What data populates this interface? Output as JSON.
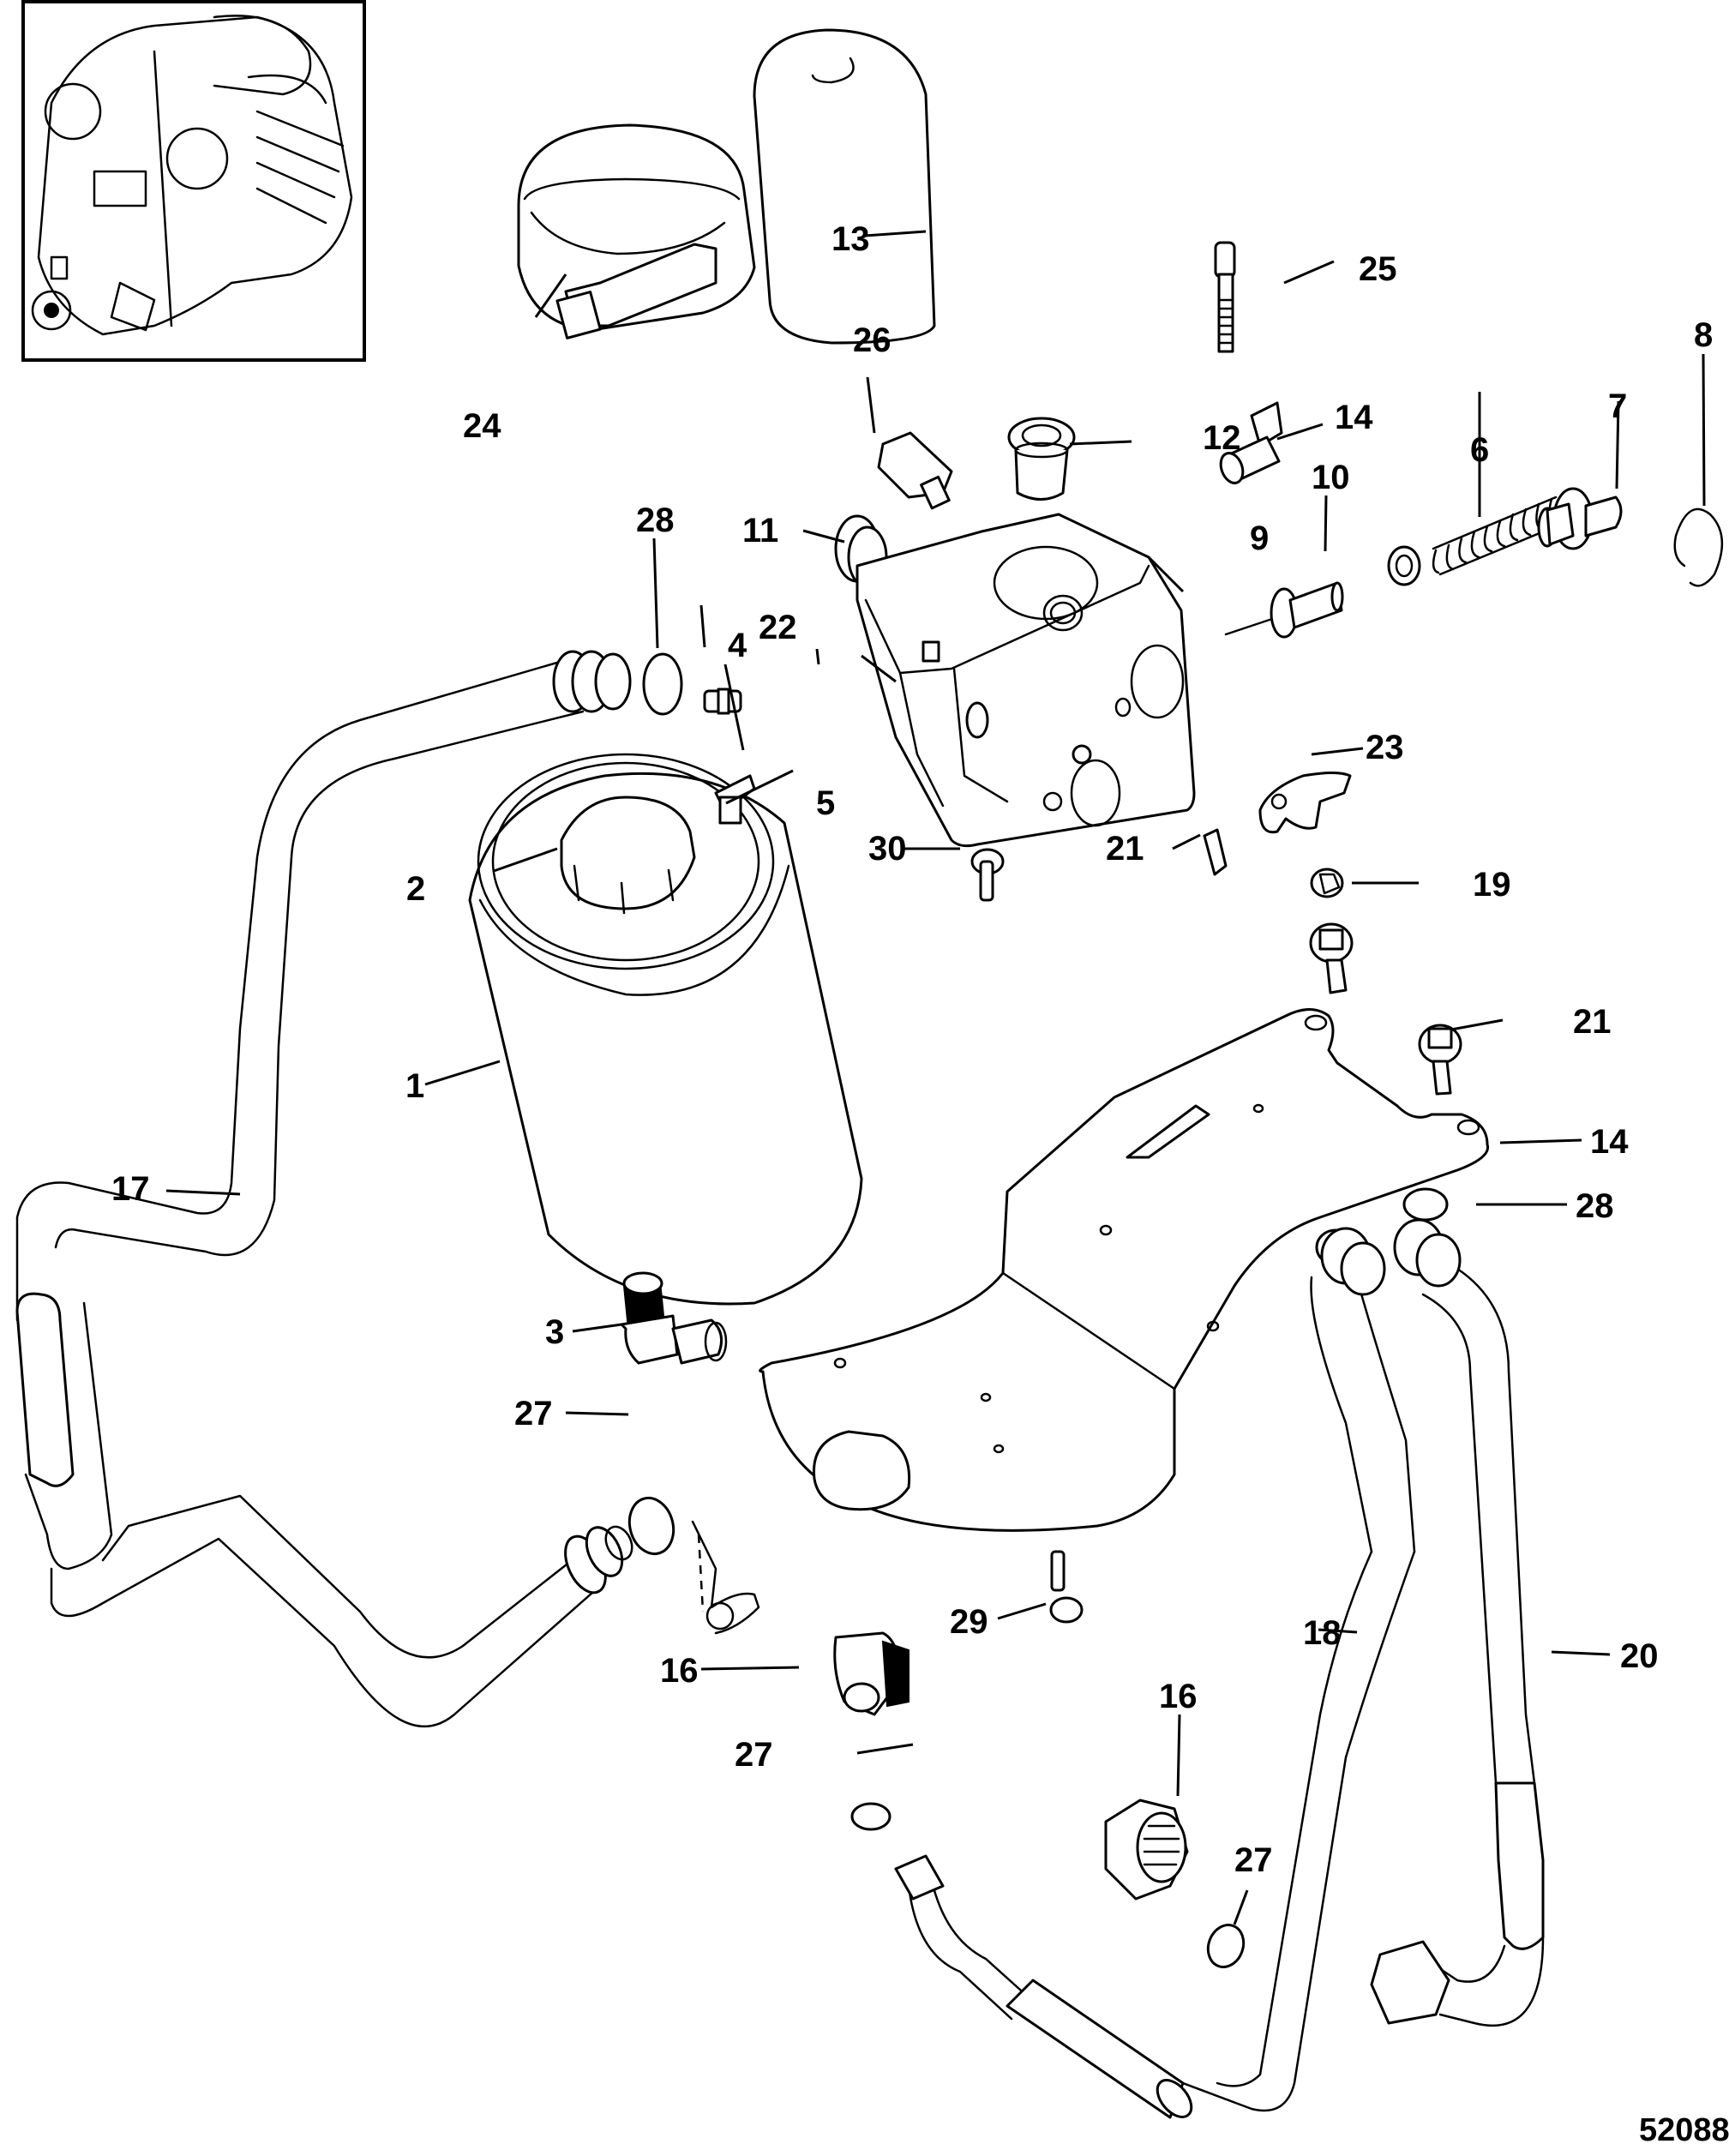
{
  "diagram": {
    "type": "exploded-parts-view",
    "figure_id": "52088",
    "locator_inset": "engine-overview-thumbnail",
    "callouts": [
      {
        "label": "1",
        "part": "oil-filter-canister"
      },
      {
        "label": "2",
        "part": "filter-cap"
      },
      {
        "label": "3",
        "part": "elbow-fitting"
      },
      {
        "label": "4",
        "part": "clamp-screw"
      },
      {
        "label": "5",
        "part": "filter-housing"
      },
      {
        "label": "6",
        "part": "spring"
      },
      {
        "label": "7",
        "part": "valve-plug"
      },
      {
        "label": "8",
        "part": "retaining-ring"
      },
      {
        "label": "9",
        "part": "valve-piston"
      },
      {
        "label": "10",
        "part": "seal-washer"
      },
      {
        "label": "11",
        "part": "plug"
      },
      {
        "label": "12",
        "part": "adapter-fitting"
      },
      {
        "label": "13",
        "part": "filter-element"
      },
      {
        "label": "14",
        "part": "sender-fitting"
      },
      {
        "label": "14",
        "part": "mounting-bracket"
      },
      {
        "label": "16",
        "part": "elbow-connector-upper"
      },
      {
        "label": "16",
        "part": "elbow-connector-lower"
      },
      {
        "label": "17",
        "part": "hose-assembly"
      },
      {
        "label": "18",
        "part": "hose-line-a"
      },
      {
        "label": "19",
        "part": "hose-line-b"
      },
      {
        "label": "20",
        "part": "bolt"
      },
      {
        "label": "21",
        "part": "fitting"
      },
      {
        "label": "21",
        "part": "bracket-bolt"
      },
      {
        "label": "22",
        "part": "plug-fitting"
      },
      {
        "label": "23",
        "part": "clip-plate"
      },
      {
        "label": "24",
        "part": "hose-clamp"
      },
      {
        "label": "25",
        "part": "cap-screw"
      },
      {
        "label": "26",
        "part": "temperature-sender"
      },
      {
        "label": "27",
        "part": "o-ring-upper"
      },
      {
        "label": "27",
        "part": "o-ring-middle"
      },
      {
        "label": "27",
        "part": "o-ring-lower"
      },
      {
        "label": "28",
        "part": "o-ring-top"
      },
      {
        "label": "28",
        "part": "o-ring-right"
      },
      {
        "label": "29",
        "part": "stud-bolt"
      },
      {
        "label": "30",
        "part": "housing-bolt"
      }
    ]
  }
}
